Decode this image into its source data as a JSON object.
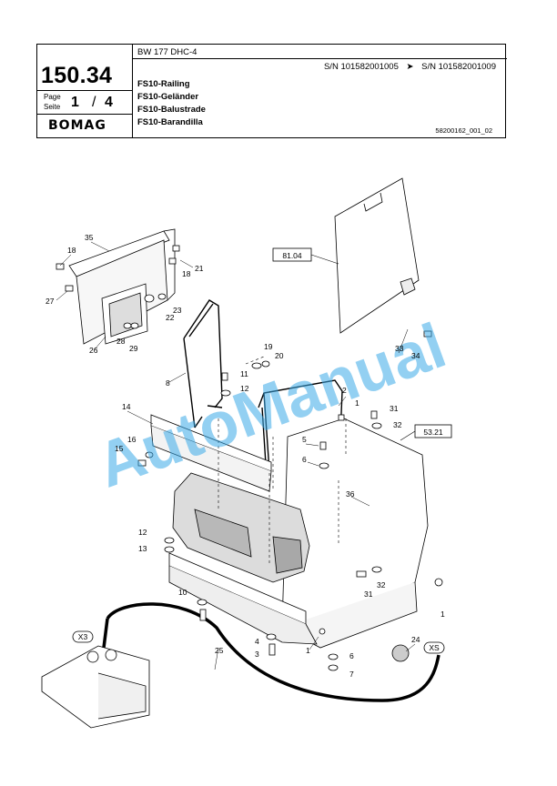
{
  "header": {
    "page_number": "150.34",
    "page_label": "Page",
    "seite_label": "Seite",
    "page_current": "1",
    "page_sep": "/",
    "page_total": "4",
    "brand": "BOMAG",
    "model": "BW 177 DHC-4",
    "serial_from": "S/N 101582001005",
    "serial_arrow": "➤",
    "serial_to": "S/N 101582001009",
    "title_en": "FS10-Railing",
    "title_de": "FS10-Geländer",
    "title_fr": "FS10-Balustrade",
    "title_es": "FS10-Barandilla",
    "doc_id": "58200162_001_02"
  },
  "watermark": "AutoManual",
  "callouts": {
    "ref_81": "81.04",
    "ref_53": "53.21",
    "x3": "X3",
    "xs": "XS",
    "n1": "1",
    "n2": "2",
    "n3": "3",
    "n4": "4",
    "n5": "5",
    "n6": "6",
    "n7": "7",
    "n8": "8",
    "n10": "10",
    "n11": "11",
    "n12": "12",
    "n13": "13",
    "n14": "14",
    "n15": "15",
    "n16": "16",
    "n18": "18",
    "n19": "19",
    "n20": "20",
    "n21": "21",
    "n22": "22",
    "n23": "23",
    "n24": "24",
    "n25": "25",
    "n26": "26",
    "n27": "27",
    "n28": "28",
    "n29": "29",
    "n31": "31",
    "n32": "32",
    "n33": "33",
    "n34": "34",
    "n35": "35",
    "n36": "36"
  }
}
